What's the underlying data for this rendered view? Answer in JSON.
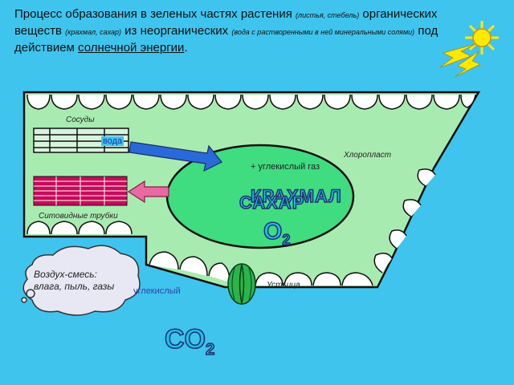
{
  "title": {
    "p1": "Процесс образования в зеленых частях растения",
    "p1_small": "(листья, стебель)",
    "p2": "органических веществ",
    "p2_small": "(крахмал, сахар)",
    "p3": "из неорганических",
    "p3_small": "(вода с растворенными в ней минеральными солями)",
    "p4": "под действием",
    "p5_underlined": "солнечной энергии",
    "p6": "."
  },
  "labels": {
    "vessels": "Сосуды",
    "water": "вода",
    "chloroplast": "Хлоропласт",
    "co2_plus": "+ углекислый газ",
    "sieve_tubes": "Ситовидные трубки",
    "stoma": "Устьица",
    "starch": "КРАХМАЛ",
    "sugar": "САХАР",
    "o2": "O",
    "o2_sub": "2",
    "co2": "CO",
    "co2_sub": "2"
  },
  "cloud": {
    "line1": "Воздух-смесь:",
    "line2": "влага, пыль, газы"
  },
  "co2_label": "углекислый",
  "colors": {
    "background": "#3fc4ee",
    "leaf": "#a8ebb0",
    "chloroplast": "#3fdc80",
    "sieve": "#c80a5a",
    "arrow_blue": "#2a6ad8",
    "arrow_pink": "#e86aa0",
    "sun": "#ffe800",
    "stoma": "#2ab54a"
  }
}
